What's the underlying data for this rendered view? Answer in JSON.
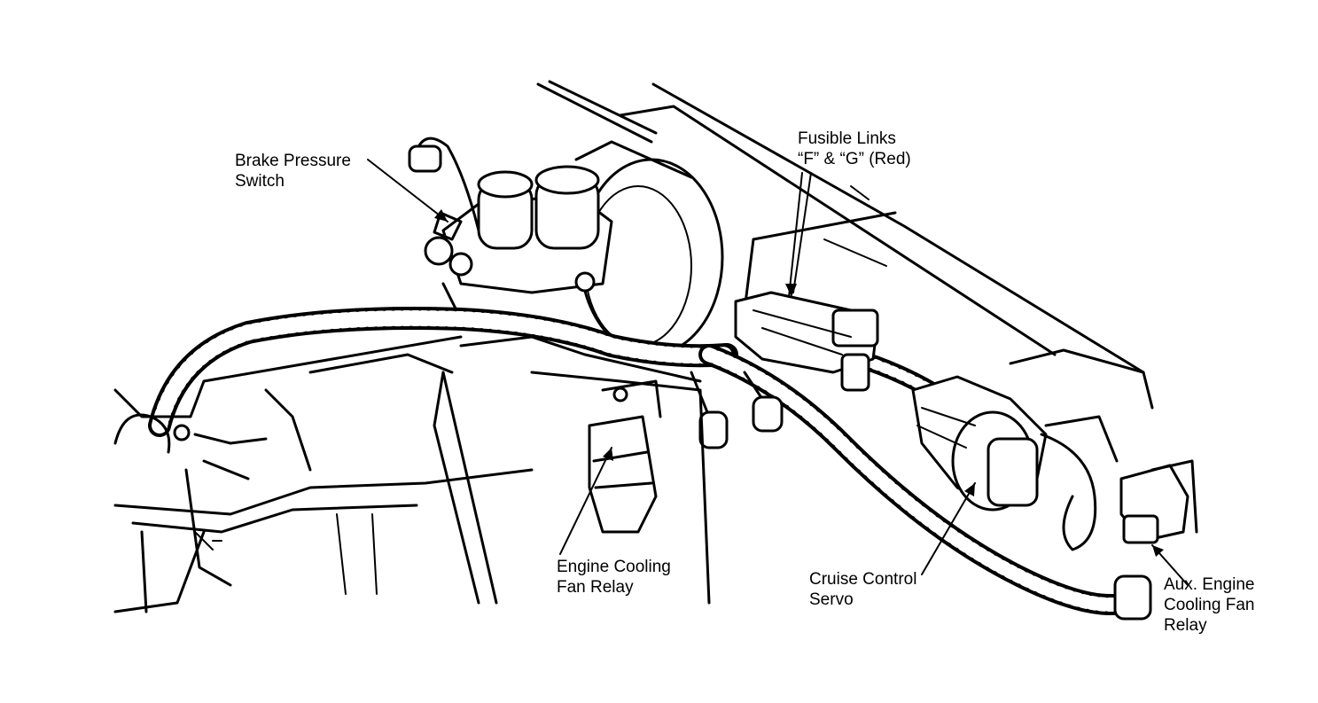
{
  "labels": {
    "brake_pressure_switch": [
      "Brake Pressure",
      "Switch"
    ],
    "fusible_links": [
      "Fusible Links",
      "“F” & “G” (Red)"
    ],
    "engine_cooling_fan_relay": [
      "Engine Cooling",
      "Fan Relay"
    ],
    "cruise_control_servo": [
      "Cruise Control",
      "Servo"
    ],
    "aux_engine_cooling_fan_relay": [
      "Aux. Engine",
      "Cooling Fan",
      "Relay"
    ]
  },
  "colors": {
    "ink": "#000000",
    "paper": "#ffffff"
  }
}
